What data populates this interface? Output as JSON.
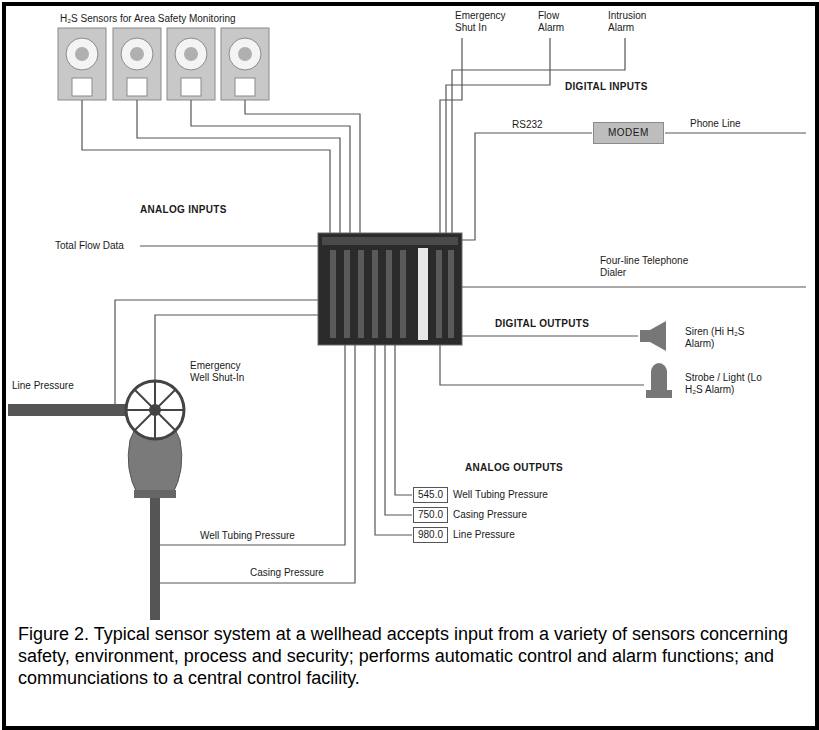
{
  "diagram": {
    "caption": "Figure 2. Typical sensor system at a wellhead accepts input from a variety of sensors concerning safety, environment, process and security; performs automatic control and alarm functions; and communciations to a central control facility.",
    "nodes": [
      {
        "text": [
          "MODEM"
        ]
      },
      {
        "text": [
          "545.0",
          "Well Tubing Pressure"
        ]
      },
      {
        "text": [
          "750.0",
          "Casing Pressure"
        ]
      },
      {
        "text": [
          "980.0",
          "Line Pressure"
        ]
      }
    ],
    "labels": [
      "H₂S Sensors for Area Safety Monitoring",
      "Emergency Shut In",
      "Flow Alarm",
      "Intrusion Alarm",
      "DIGITAL INPUTS",
      "RS232",
      "Phone Line",
      "ANALOG INPUTS",
      "Total Flow Data",
      "Four-line Telephone Dialer",
      "DIGITAL OUTPUTS",
      "Siren (Hi H₂S Alarm)",
      "Strobe / Light (Lo H₂S Alarm)",
      "Line Pressure",
      "Emergency Well Shut-In",
      "ANALOG OUTPUTS",
      "Well Tubing Pressure",
      "Casing Pressure"
    ]
  }
}
